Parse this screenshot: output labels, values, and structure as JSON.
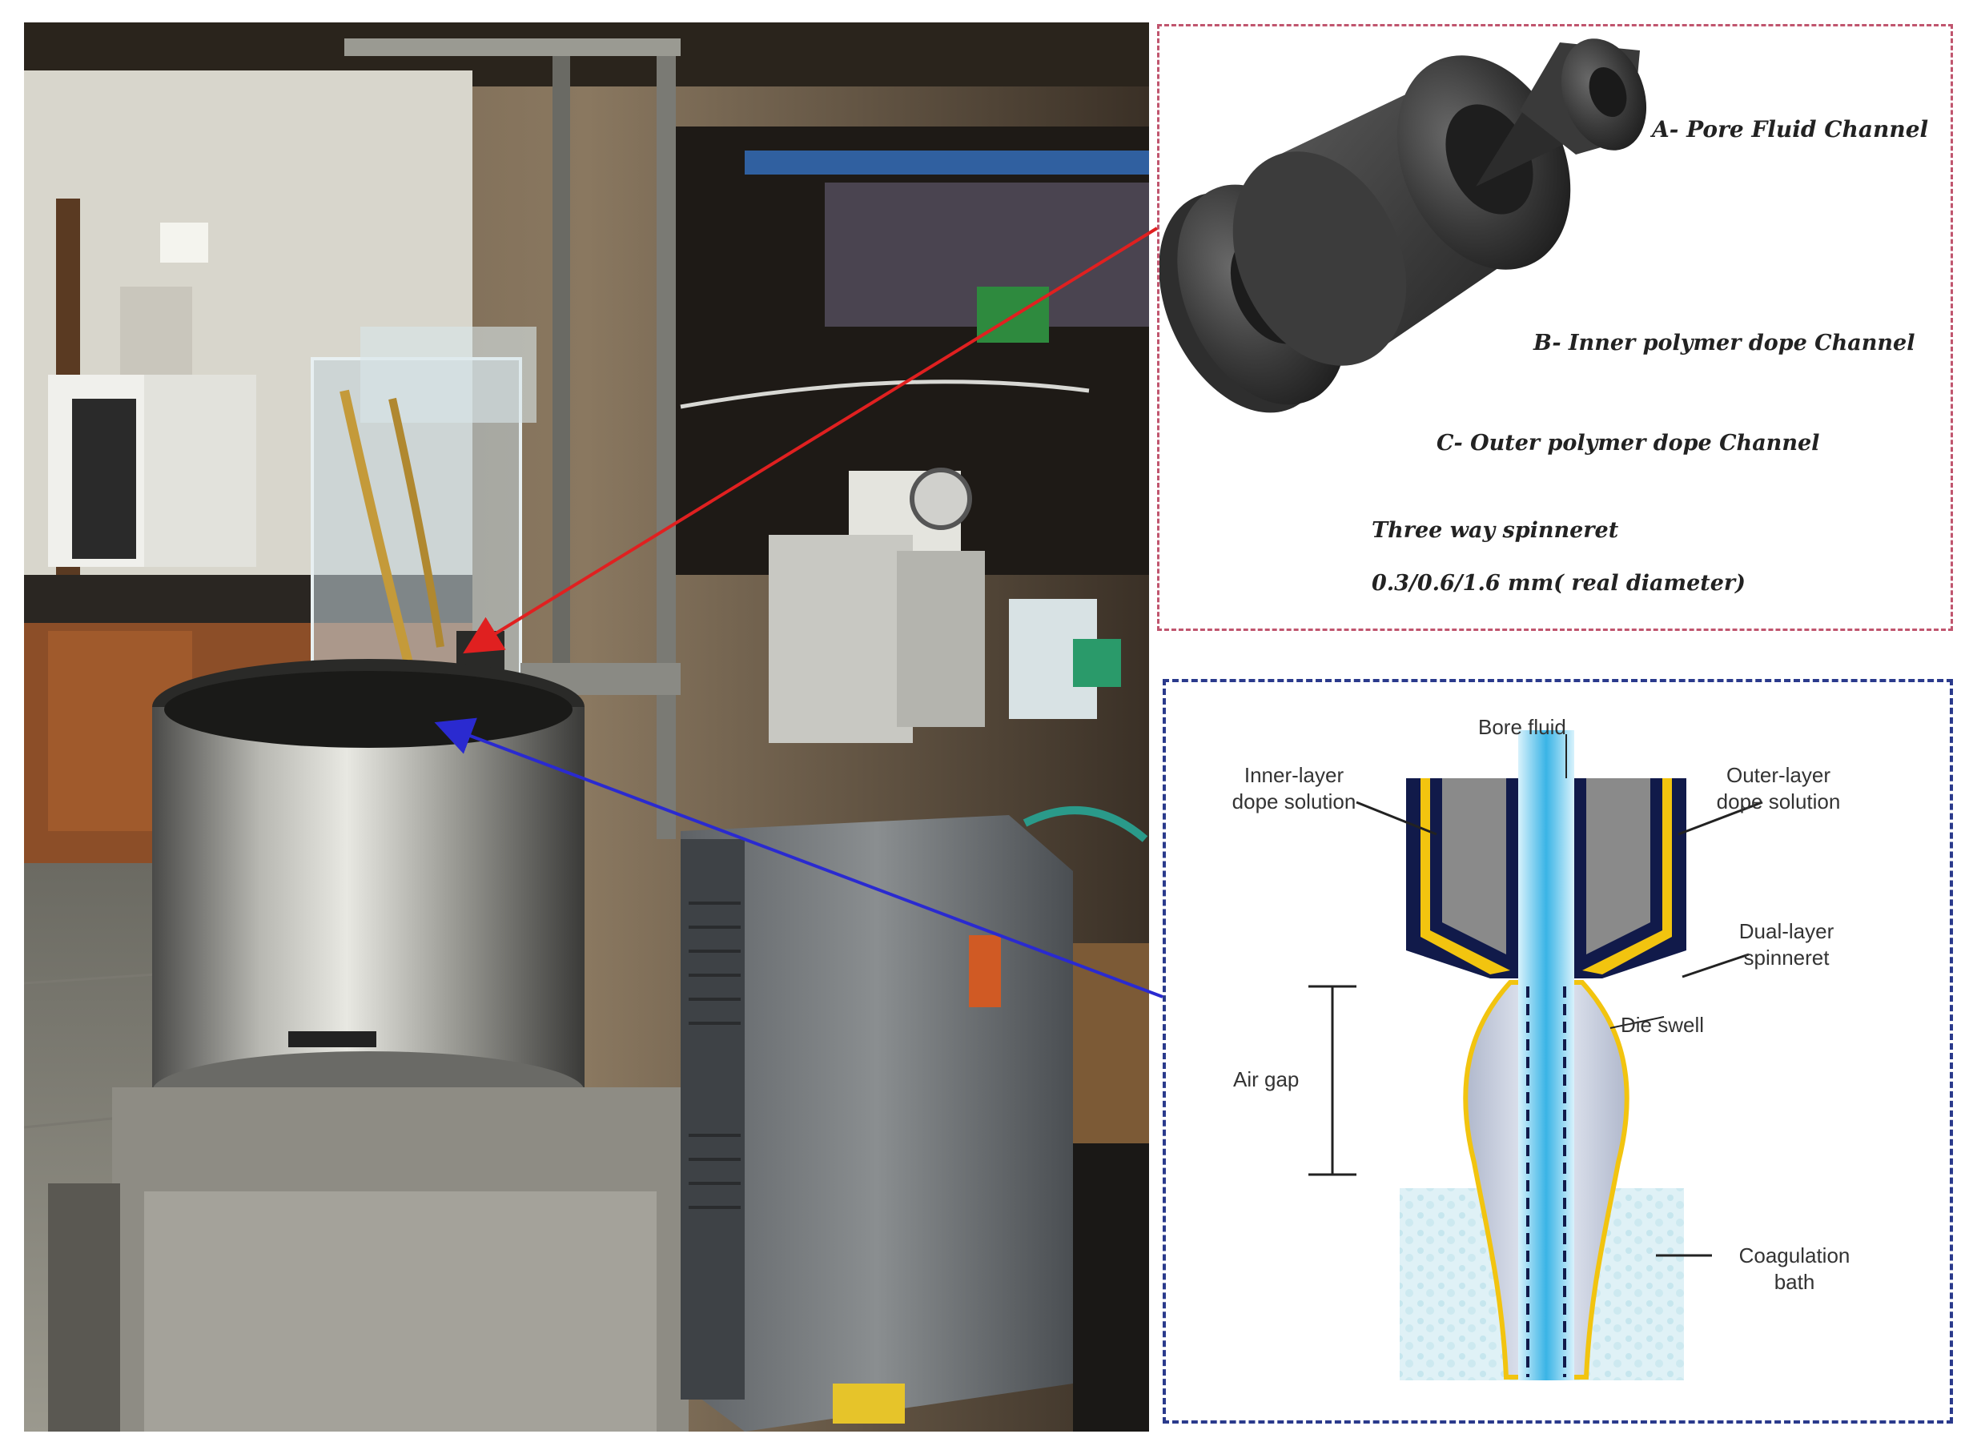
{
  "spinneret_panel": {
    "label_a": "A- Pore Fluid Channel",
    "label_b": "B- Inner polymer dope Channel",
    "label_c": "C- Outer polymer dope Channel",
    "title_line1": "Three way spinneret",
    "title_line2": "0.3/0.6/1.6 mm( real diameter)"
  },
  "schematic_panel": {
    "bore_fluid": "Bore fluid",
    "inner_layer_line1": "Inner-layer",
    "inner_layer_line2": "dope solution",
    "outer_layer_line1": "Outer-layer",
    "outer_layer_line2": "dope solution",
    "dual_layer_line1": "Dual-layer",
    "dual_layer_line2": "spinneret",
    "die_swell": "Die swell",
    "air_gap": "Air gap",
    "coagulation_line1": "Coagulation",
    "coagulation_line2": "bath"
  },
  "colors": {
    "red_arrow": "#e02020",
    "blue_arrow": "#2a2ad0",
    "top_border": "#c0556e",
    "bottom_border": "#2a3a8c",
    "dope_yellow": "#f2c40f",
    "spinneret_navy": "#111a4a",
    "bore_blue": "#3ab4e6"
  }
}
